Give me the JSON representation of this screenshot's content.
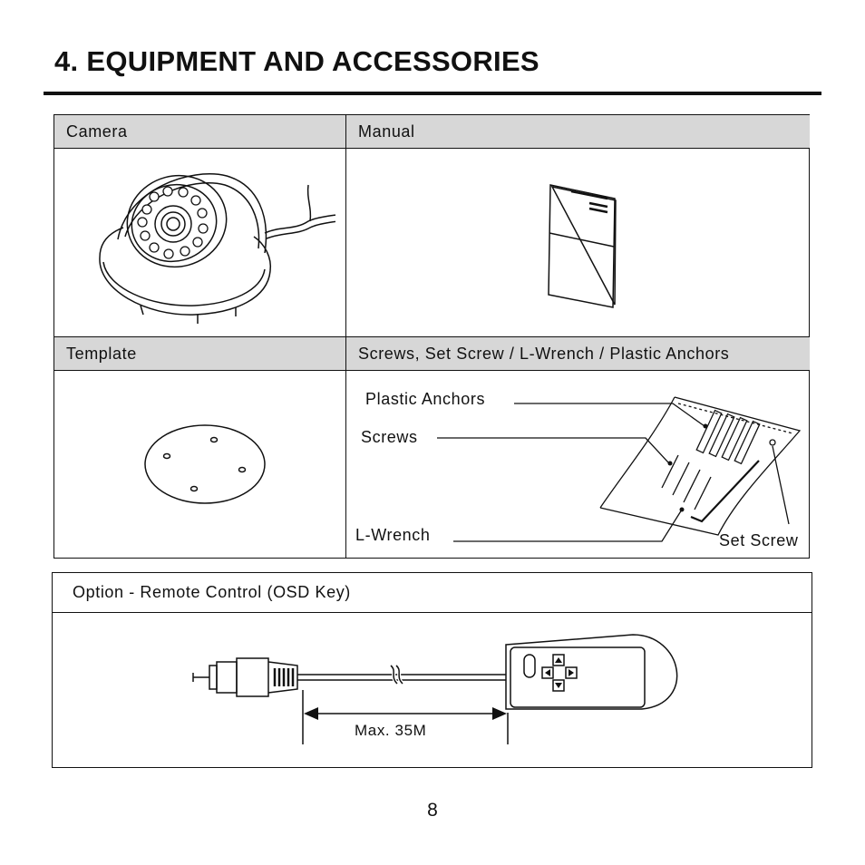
{
  "page": {
    "title": "4. EQUIPMENT AND ACCESSORIES",
    "page_number": "8"
  },
  "table": {
    "cells": [
      {
        "header": "Camera",
        "illustration": "dome-camera"
      },
      {
        "header": "Manual",
        "illustration": "manual-booklet"
      },
      {
        "header": "Template",
        "illustration": "mounting-template"
      },
      {
        "header": "Screws, Set Screw / L-Wrench / Plastic Anchors",
        "illustration": "hardware-bag"
      }
    ],
    "hardware_labels": {
      "plastic_anchors": "Plastic Anchors",
      "screws": "Screws",
      "l_wrench": "L-Wrench",
      "set_screw": "Set Screw"
    }
  },
  "option": {
    "header": "Option - Remote Control (OSD Key)",
    "illustration": "remote-control-osd-key",
    "cable_length_label": "Max. 35M"
  }
}
